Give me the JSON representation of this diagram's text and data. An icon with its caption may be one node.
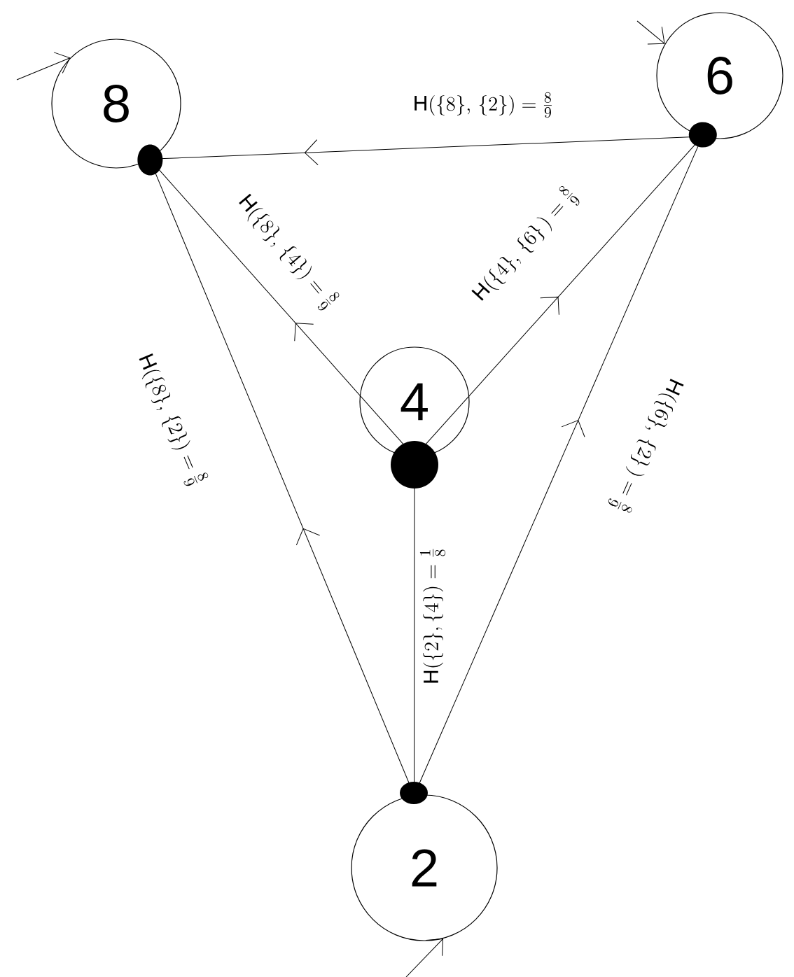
{
  "diagram": {
    "nodes": [
      {
        "text": [
          "8"
        ]
      },
      {
        "text": [
          "6"
        ]
      },
      {
        "text": [
          "4"
        ]
      },
      {
        "text": [
          "2"
        ]
      }
    ],
    "edges": [
      {
        "from": 1,
        "to": 0,
        "arrow": "to",
        "label": "\\mathrm{H}(\\{8\\},\\, \\{2\\}) = \\frac{8}{9}"
      },
      {
        "from": 2,
        "to": 0,
        "arrow": "to",
        "label": "\\mathrm{H}(\\{8\\},\\, \\{4\\}) = \\frac{8}{9}"
      },
      {
        "from": 2,
        "to": 1,
        "arrow": "to",
        "label": "\\mathrm{H}(\\{4\\},\\, \\{6\\}\\,) = \\frac{8}{9}"
      },
      {
        "from": 3,
        "to": 0,
        "arrow": "to",
        "label": "\\mathrm{H}(\\{8\\},\\, \\{2\\}) = \\frac{8}{9}"
      },
      {
        "from": 3,
        "to": 2,
        "arrow": "none",
        "label": "\\mathrm{H}(\\{2\\},\\{4\\}) = \\frac{1}{8}"
      },
      {
        "from": 3,
        "to": 1,
        "arrow": "to",
        "label": "\\mathrm{H}(\\{6\\},\\, \\{2\\}\\,) = \\frac{8}{9}"
      },
      {
        "from": null,
        "to": 0,
        "arrow": "to"
      },
      {
        "from": null,
        "to": 1,
        "arrow": "to"
      },
      {
        "from": null,
        "to": 3,
        "arrow": "to"
      }
    ]
  }
}
